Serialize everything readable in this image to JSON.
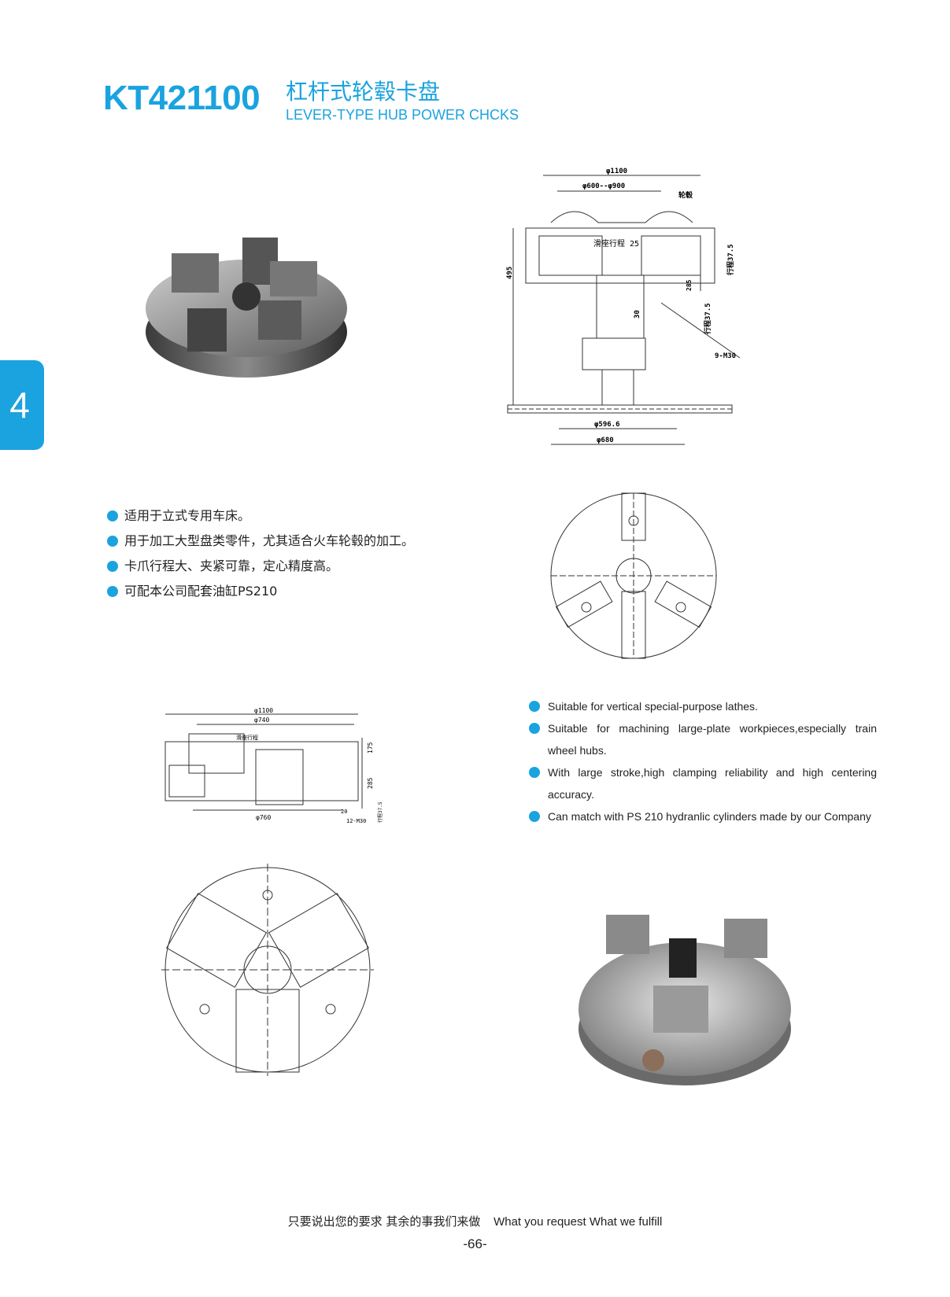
{
  "header": {
    "model": "KT421100",
    "title_cn": "杠杆式轮毂卡盘",
    "title_en": "LEVER-TYPE  HUB POWER CHCKS"
  },
  "section_tab": "4",
  "features_cn": [
    "适用于立式专用车床。",
    "用于加工大型盘类零件，尤其适合火车轮毂的加工。",
    "卡爪行程大、夹紧可靠，定心精度高。",
    "可配本公司配套油缸PS210"
  ],
  "features_en": [
    "Suitable for vertical special-purpose lathes.",
    "Suitable  for  machining  large-plate  workpieces,especially  train wheel hubs.",
    "With large stroke,high clamping reliability and high centering accuracy.",
    "Can  match  with  PS  210  hydranlic  cylinders  made  by  our Company"
  ],
  "drawing_top": {
    "d1100": "φ1100",
    "d600_900": "φ600--φ900",
    "hub": "轮毂",
    "slide_stroke": "滑座行程 25",
    "h495": "495",
    "h285": "285",
    "h30": "30",
    "stroke1": "行程37.5",
    "stroke2": "行程37.5",
    "m30": "9-M30",
    "d596": "φ596.6",
    "d680": "φ680"
  },
  "drawing_bottom": {
    "d1100": "φ1100",
    "d740": "φ740",
    "d760": "φ760",
    "slide": "滑座行程",
    "h175": "175",
    "h285": "285",
    "m30": "12-M30",
    "n20": "20",
    "stroke": "行程37.5"
  },
  "footer": {
    "slogan_cn": "只要说出您的要求   其余的事我们来做",
    "slogan_en": "What you request  What we fulfill",
    "page": "-66-"
  },
  "colors": {
    "accent": "#1aa3df"
  }
}
